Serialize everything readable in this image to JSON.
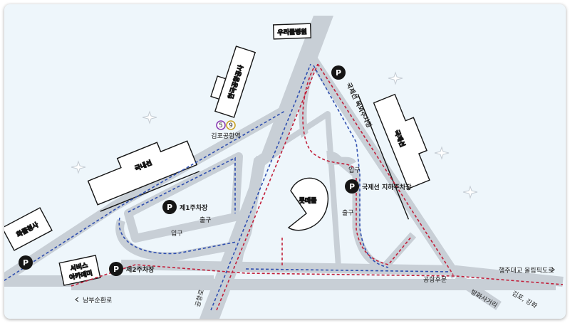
{
  "colors": {
    "background": "#eef6fb",
    "road": "#c8cfd6",
    "road_edge": "#b7bfc7",
    "outbound_route": "#2f4fb0",
    "inbound_route": "#c21f3a",
    "line5": "#8b3fb5",
    "line9": "#c9a227"
  },
  "buildings": {
    "domestic": "국내선",
    "international": "국제선",
    "korea_airports": "한국공항공사",
    "uri_bank": "우리들병원",
    "cargo": "화물청사",
    "service_academy": [
      "서비스",
      "아카데미"
    ],
    "lotte_mall": "롯데몰"
  },
  "station": {
    "name": "김포공항역",
    "line5": "5",
    "line9": "9"
  },
  "parking": {
    "symbol": "P",
    "lot1": "제1주차장",
    "lot2": "제2주차장",
    "intl_underground": "국제선 지하주차장",
    "intl_outdoor": "국제선 옥외주차장"
  },
  "labels": {
    "exit_a": "출구",
    "entrance_a": "입구",
    "entrance_b": "입구",
    "exit_b": "출구",
    "airport_rear": "공항후문",
    "haengju": "행주대교 올림픽도로",
    "nambu": "남부순환로",
    "airport_road": "공항로",
    "banghwa": "방화사거리",
    "gimpo_ganghwa": "김포, 강화"
  },
  "icons": [
    "parking-icon",
    "airplane-icon",
    "subway-line-icon",
    "arrow-left-icon",
    "arrow-right-icon"
  ]
}
